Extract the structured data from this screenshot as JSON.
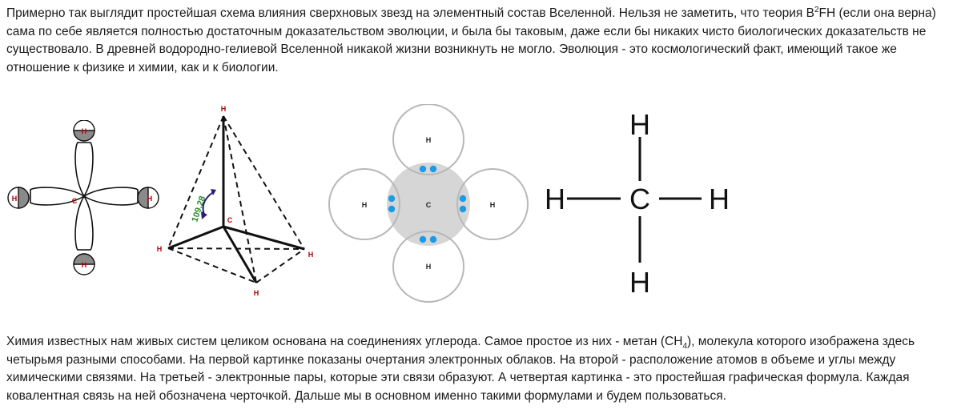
{
  "intro": {
    "t1": "Примерно так выглядит простейшая схема влияния сверхновых звезд на элементный состав Вселенной. Нельзя не заметить, что теория B",
    "sup": "2",
    "t2": "FH (если она верна) сама по себе является полностью достаточным доказательством эволюции, и была бы таковым, даже если бы никаких чисто биологических доказательств не существовало. В древней водородно-гелиевой Вселенной никакой жизни возникнуть не могло. Эволюция - это космологический факт, имеющий такое же отношение к физике и химии, как и к биологии."
  },
  "outro": {
    "t1": "Химия известных нам живых систем целиком основана на соединениях углерода. Самое простое из них - метан (CH",
    "sub": "4",
    "t2": "), молекула которого изображена здесь четырьмя разными способами. На первой картинке показаны очертания электронных облаков. На второй - расположение атомов в объеме и углы между химическими связями. На третьей - электронные пары, которые эти связи образуют. А четвертая картинка - это простейшая графическая формула. Каждая ковалентная связь на ней обозначена черточкой. Дальше мы в основном именно такими формулами и будем пользоваться."
  },
  "atoms": {
    "hydrogen": "H",
    "carbon": "C"
  },
  "angle_label": "109.28",
  "colors": {
    "atom_label": "#b00000",
    "angle_label": "#2a8a2a",
    "angle_arrow": "#2a1a7a",
    "electron": "#1a9be8",
    "carbon_shell": "#d6d6d6",
    "shell_outline": "#b8b8b8",
    "orbital_fill": "#8a8a8a"
  }
}
